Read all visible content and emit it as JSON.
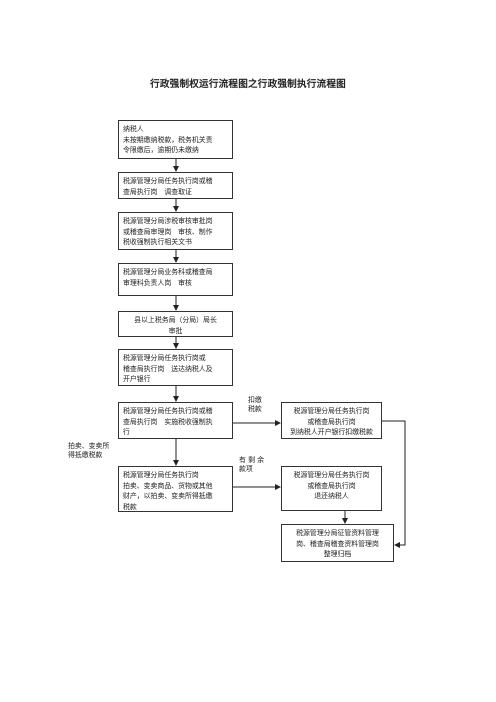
{
  "title": "行政强制权运行流程图之行政强制执行流程图",
  "boxes": {
    "b1": "纳税人\n未按期缴纳税款，税务机关责\n令限缴后，逾期仍未缴纳",
    "b2": "税源管理分局任务执行岗或稽\n查局执行岗　调查取证",
    "b3": "税源管理分局涉税审核审批岗\n或稽查局审理岗　审核、制作\n税收强制执行相关文书",
    "b4": "税源管理分局业务科或稽查局\n审理科负责人岗　审核",
    "b5": "县以上税务局（分局）局长\n审批",
    "b6": "税源管理分局任务执行岗或\n稽查局执行岗　送达纳税人及\n开户银行",
    "b7": "税源管理分局任务执行岗或稽\n查局执行岗　实施税收强制执\n行",
    "b8": "税源管理分局任务执行岗\n或稽查局执行岗\n到纳税人开户银行扣缴税款",
    "b9": "税源管理分局任务执行岗\n拍卖、变卖商品、货物或其他\n财产，以拍卖、变卖所得抵缴\n税款",
    "b10": "税源管理分局任务执行岗\n或稽查局执行岗\n退还纳税人",
    "b11": "税源管理分局征管资料管理\n岗、稽查局稽查资料管理岗\n整理归档"
  },
  "labels": {
    "kou": "扣缴\n税款",
    "pai": "拍卖、变卖所\n得抵缴税款",
    "you": "有 剩 余\n款项"
  }
}
